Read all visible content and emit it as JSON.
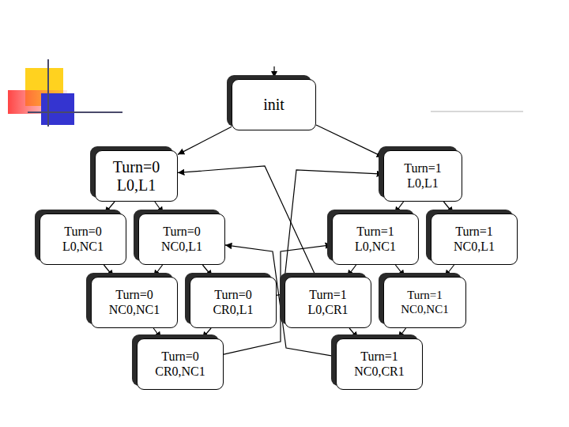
{
  "diagram": {
    "nodes": [
      {
        "text": [
          "init"
        ]
      },
      {
        "text": [
          "Turn=0 L0,L1"
        ]
      },
      {
        "text": [
          "Turn=1 L0,L1"
        ]
      },
      {
        "text": [
          "Turn=0 L0,NC1"
        ]
      },
      {
        "text": [
          "Turn=0 NC0,L1"
        ]
      },
      {
        "text": [
          "Turn=1 L0,NC1"
        ]
      },
      {
        "text": [
          "Turn=1 NC0,L1"
        ]
      },
      {
        "text": [
          "Turn=0 NC0,NC1"
        ]
      },
      {
        "text": [
          "Turn=0 CR0,L1"
        ]
      },
      {
        "text": [
          "Turn=1 L0,CR1"
        ]
      },
      {
        "text": [
          "Turn=1 NC0,NC1"
        ]
      },
      {
        "text": [
          "Turn=0 CR0,NC1"
        ]
      },
      {
        "text": [
          "Turn=1 NC0,CR1"
        ]
      }
    ],
    "edges": [
      {
        "from": 0,
        "to": 1,
        "arrow": "to"
      },
      {
        "from": 0,
        "to": 2,
        "arrow": "to"
      },
      {
        "from": 1,
        "to": 3,
        "arrow": "to"
      },
      {
        "from": 1,
        "to": 4,
        "arrow": "to"
      },
      {
        "from": 2,
        "to": 5,
        "arrow": "to"
      },
      {
        "from": 2,
        "to": 6,
        "arrow": "to"
      },
      {
        "from": 3,
        "to": 7,
        "arrow": "to"
      },
      {
        "from": 4,
        "to": 7,
        "arrow": "to"
      },
      {
        "from": 4,
        "to": 8,
        "arrow": "to"
      },
      {
        "from": 5,
        "to": 9,
        "arrow": "to"
      },
      {
        "from": 5,
        "to": 10,
        "arrow": "to"
      },
      {
        "from": 6,
        "to": 10,
        "arrow": "to"
      },
      {
        "from": 7,
        "to": 11,
        "arrow": "to"
      },
      {
        "from": 8,
        "to": 11,
        "arrow": "to"
      },
      {
        "from": 9,
        "to": 12,
        "arrow": "to"
      },
      {
        "from": 10,
        "to": 12,
        "arrow": "to"
      },
      {
        "from": 8,
        "to": 2,
        "arrow": "to"
      },
      {
        "from": 11,
        "to": 5,
        "arrow": "to"
      },
      {
        "from": 9,
        "to": 1,
        "arrow": "to"
      },
      {
        "from": 12,
        "to": 4,
        "arrow": "to"
      }
    ]
  }
}
